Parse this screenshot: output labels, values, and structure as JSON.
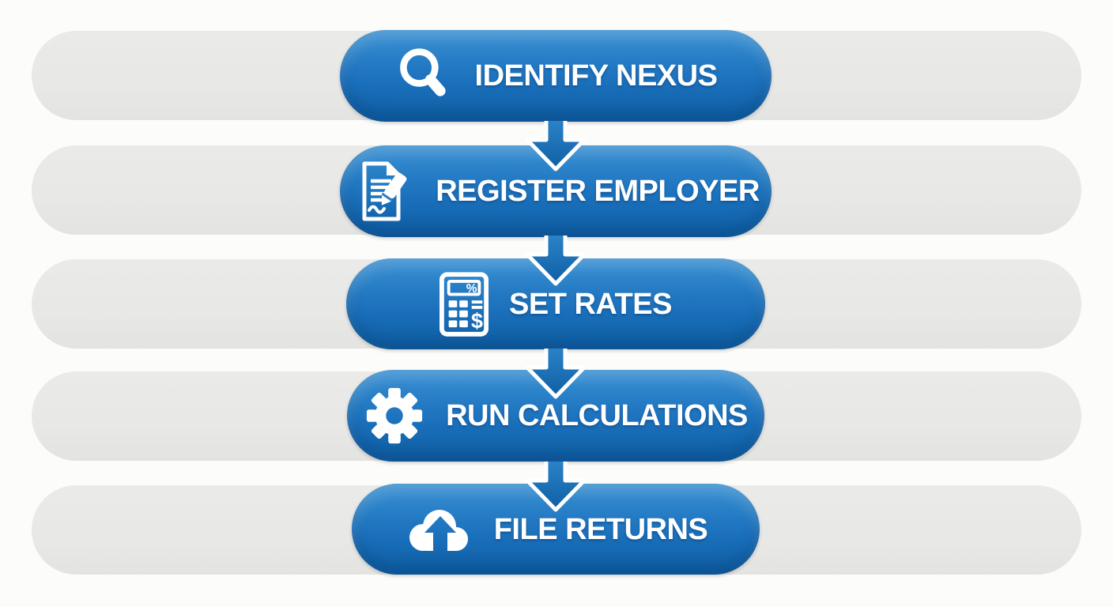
{
  "diagram": {
    "background_color": "#fcfcfb",
    "track_color": "#e8e8e6",
    "pill_gradient_top": "#3a91d3",
    "pill_gradient_bottom": "#0f5ea3",
    "arrow_gradient_top": "#2f86cb",
    "arrow_gradient_bottom": "#0f5fa4",
    "text_color": "#ffffff",
    "steps": [
      {
        "label": "IDENTIFY NEXUS",
        "icon": "search-icon"
      },
      {
        "label": "REGISTER EMPLOYER",
        "icon": "document-pencil-icon"
      },
      {
        "label": "SET RATES",
        "icon": "calculator-icon"
      },
      {
        "label": "RUN CALCULATIONS",
        "icon": "gear-icon"
      },
      {
        "label": "FILE RETURNS",
        "icon": "cloud-upload-icon"
      }
    ],
    "calculator_glyphs": {
      "percent": "%",
      "dollar": "$"
    }
  }
}
